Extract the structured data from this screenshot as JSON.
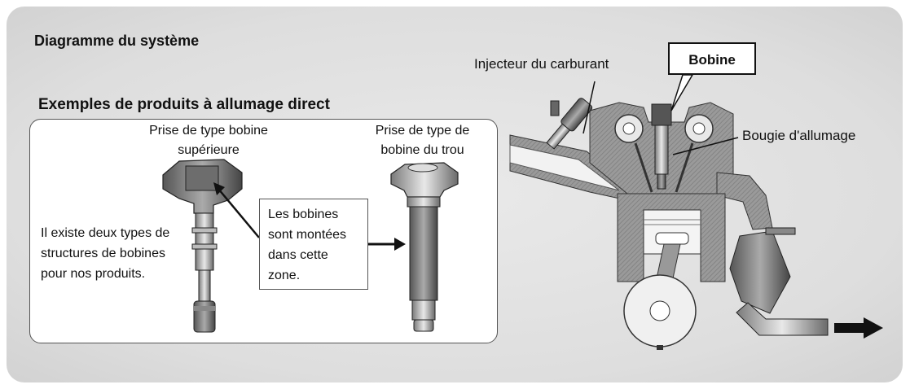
{
  "diagram": {
    "title": "Diagramme du système",
    "subtitle": "Exemples de produits à allumage direct",
    "coil_top": {
      "line1": "Prise de type bobine",
      "line2": "supérieure"
    },
    "coil_hole": {
      "line1": "Prise de type de",
      "line2": "bobine du trou"
    },
    "description": {
      "line1": "Il existe deux types de",
      "line2": "structures de bobines",
      "line3": "pour nos produits."
    },
    "callout": {
      "line1": "Les bobines",
      "line2": "sont montées",
      "line3": "dans cette",
      "line4": "zone."
    },
    "engine": {
      "injector_label": "Injecteur du carburant",
      "coil_label": "Bobine",
      "spark_plug_label": "Bougie d'allumage"
    }
  }
}
